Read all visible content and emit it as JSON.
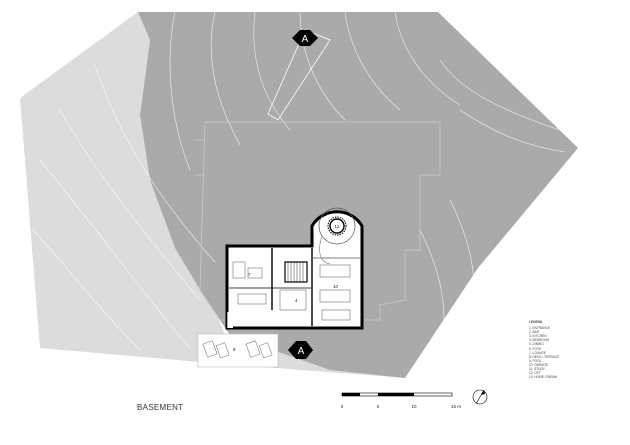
{
  "section_marker": "A",
  "rooms": {
    "r7": "7",
    "r4": "4",
    "r12": "12",
    "r10": "10",
    "r9": "9"
  },
  "title": "BASEMENT",
  "scale": {
    "ticks": [
      "0",
      "5",
      "10",
      "15 m"
    ]
  },
  "legend": {
    "heading": "LEGEND",
    "items": [
      "1.   ENTRANCE",
      "2.   BAR",
      "3.   KITCHEN",
      "4.   BEDROOM",
      "5.   DINING",
      "6.   FOYE",
      "7.   LOUNGE",
      "8.   DECK / TERRACE",
      "9.   POOL",
      "10.  GARAGE",
      "11.  STUDY",
      "12.  LIFT",
      "13.  HOME CINEMA"
    ]
  },
  "colors": {
    "terrain_dark": "#aaaaaa",
    "terrain_light": "#dcdcdc",
    "walls": "#000000"
  }
}
